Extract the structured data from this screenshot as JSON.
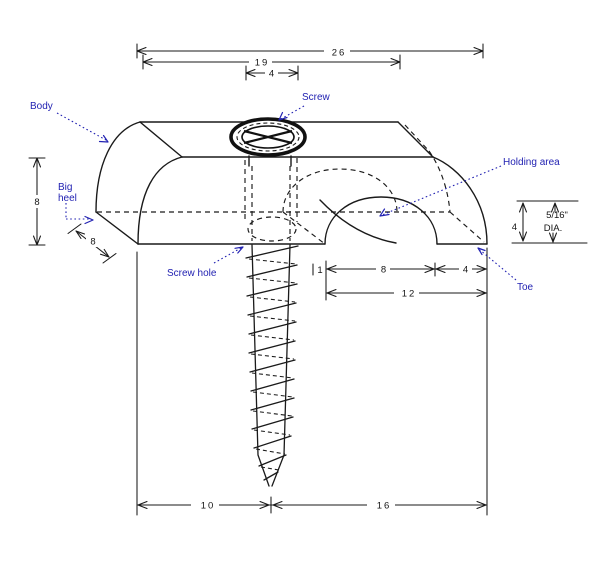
{
  "figure": {
    "type": "technical-diagram",
    "subject": "Cable clip body with mounting screw, oblique projection",
    "colors": {
      "annotation_blue": "#2222b2",
      "line_black": "#1a1a1a",
      "background": "#ffffff"
    }
  },
  "annotations": {
    "body": "Body",
    "screw": "Screw",
    "holding_area": "Holding area",
    "big_heel_line1": "Big",
    "big_heel_line2": "heel",
    "screw_hole": "Screw hole",
    "toe": "Toe"
  },
  "dimensions": {
    "overall_width": "26",
    "body_width": "19",
    "screw_offset": "4",
    "body_height": "8",
    "body_depth": "8",
    "hole_to_arch": "1",
    "arch_width": "8",
    "toe_width": "4",
    "arch_plus_toe": "12",
    "left_span": "10",
    "right_span": "16",
    "holding_height": "4",
    "hole_diameter": "5/16\"",
    "dia_abbrev": "DIA."
  }
}
